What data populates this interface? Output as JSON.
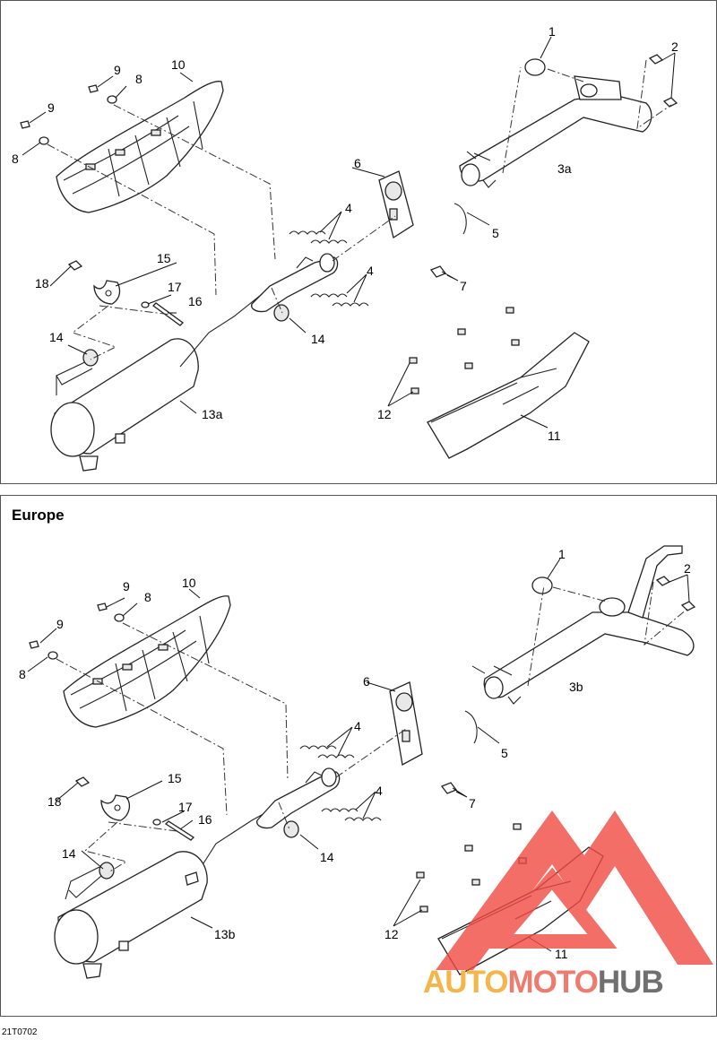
{
  "top_diagram": {
    "callouts": [
      "1",
      "2",
      "3a",
      "4",
      "4",
      "5",
      "6",
      "7",
      "8",
      "8",
      "9",
      "9",
      "10",
      "11",
      "12",
      "13a",
      "14",
      "14",
      "15",
      "16",
      "17",
      "18"
    ]
  },
  "bottom_diagram": {
    "region_title": "Europe",
    "callouts": [
      "1",
      "2",
      "3b",
      "4",
      "4",
      "5",
      "6",
      "7",
      "8",
      "8",
      "9",
      "9",
      "10",
      "11",
      "12",
      "13b",
      "14",
      "14",
      "15",
      "16",
      "17",
      "18"
    ]
  },
  "figure_code": "21T0702",
  "watermark": {
    "word_1": "AUTO",
    "word_2": "MOTO",
    "word_3": "HUB",
    "colors": {
      "auto": "#f4b54a",
      "moto": "#f07a6e",
      "hub": "#707070",
      "triangle": "#f04a42"
    }
  }
}
